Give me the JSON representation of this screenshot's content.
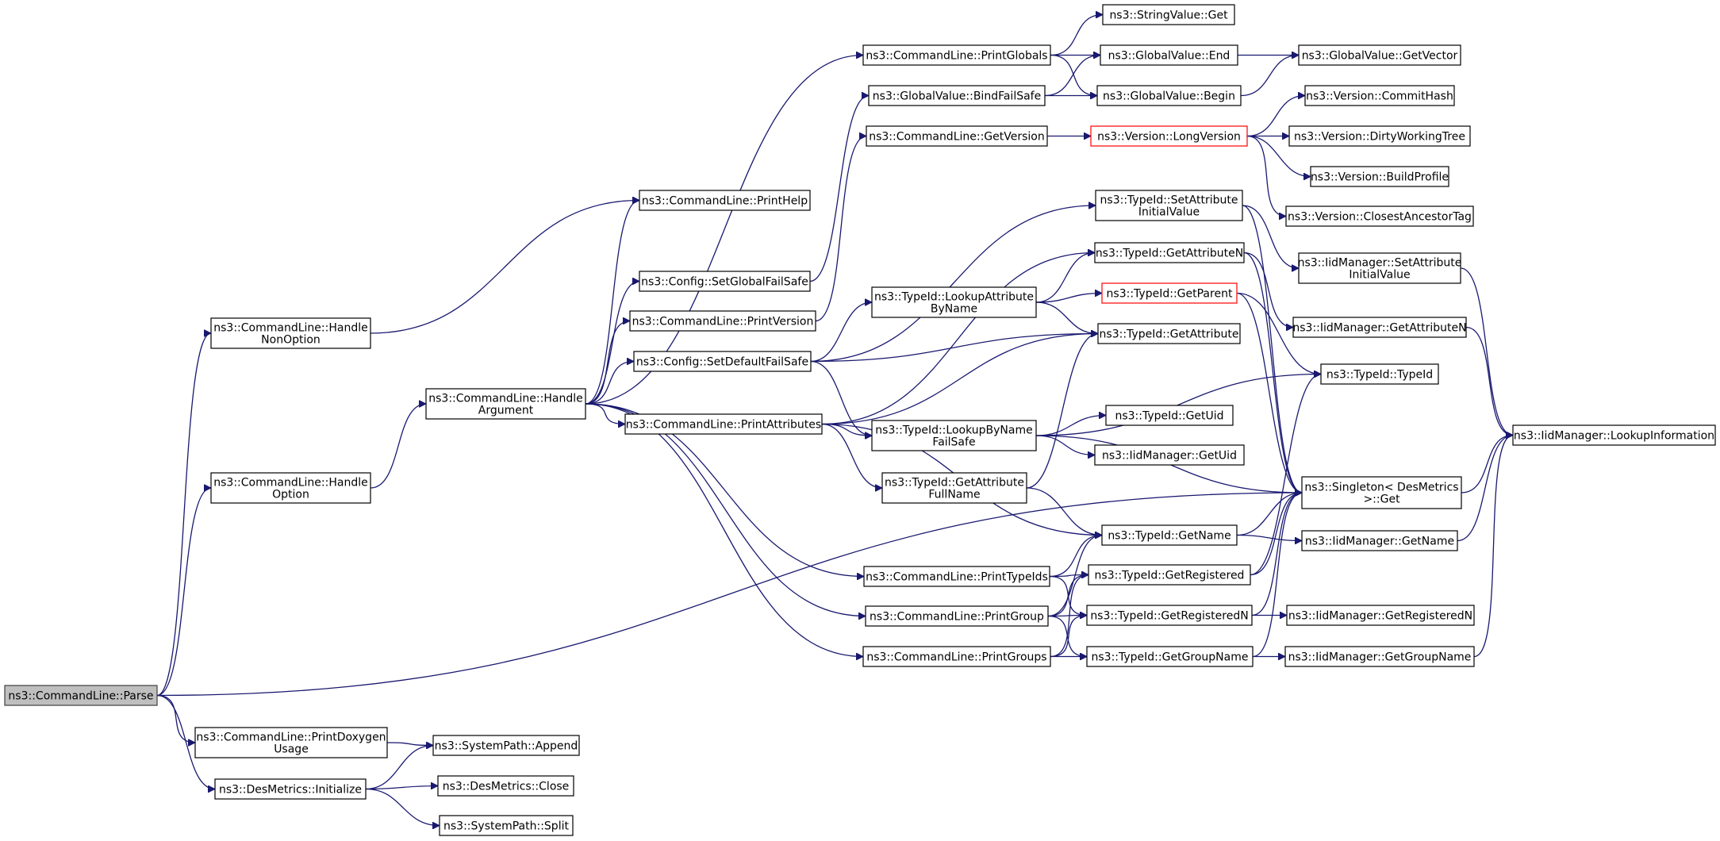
{
  "colors": {
    "edge": "#191970",
    "root_fill": "#bfbfbf",
    "highlight_border": "#ff0000",
    "node_border": "#000000"
  },
  "nodes": [
    {
      "id": "parse",
      "lines": [
        "ns3::CommandLine::Parse"
      ],
      "style": "root"
    },
    {
      "id": "handle_nonoption",
      "lines": [
        "ns3::CommandLine::Handle",
        "NonOption"
      ]
    },
    {
      "id": "handle_option",
      "lines": [
        "ns3::CommandLine::Handle",
        "Option"
      ]
    },
    {
      "id": "handle_argument",
      "lines": [
        "ns3::CommandLine::Handle",
        "Argument"
      ]
    },
    {
      "id": "print_doxygen_usage",
      "lines": [
        "ns3::CommandLine::PrintDoxygen",
        "Usage"
      ]
    },
    {
      "id": "desmetrics_initialize",
      "lines": [
        "ns3::DesMetrics::Initialize"
      ]
    },
    {
      "id": "systempath_append",
      "lines": [
        "ns3::SystemPath::Append"
      ]
    },
    {
      "id": "desmetrics_close",
      "lines": [
        "ns3::DesMetrics::Close"
      ]
    },
    {
      "id": "systempath_split",
      "lines": [
        "ns3::SystemPath::Split"
      ]
    },
    {
      "id": "print_help",
      "lines": [
        "ns3::CommandLine::PrintHelp"
      ]
    },
    {
      "id": "config_setglobalfailsafe",
      "lines": [
        "ns3::Config::SetGlobalFailSafe"
      ]
    },
    {
      "id": "print_version",
      "lines": [
        "ns3::CommandLine::PrintVersion"
      ]
    },
    {
      "id": "config_setdefaultfailsafe",
      "lines": [
        "ns3::Config::SetDefaultFailSafe"
      ]
    },
    {
      "id": "print_attributes",
      "lines": [
        "ns3::CommandLine::PrintAttributes"
      ]
    },
    {
      "id": "print_typeids",
      "lines": [
        "ns3::CommandLine::PrintTypeIds"
      ]
    },
    {
      "id": "print_group",
      "lines": [
        "ns3::CommandLine::PrintGroup"
      ]
    },
    {
      "id": "print_groups",
      "lines": [
        "ns3::CommandLine::PrintGroups"
      ]
    },
    {
      "id": "print_globals",
      "lines": [
        "ns3::CommandLine::PrintGlobals"
      ]
    },
    {
      "id": "globalvalue_bindfailsafe",
      "lines": [
        "ns3::GlobalValue::BindFailSafe"
      ]
    },
    {
      "id": "get_version",
      "lines": [
        "ns3::CommandLine::GetVersion"
      ]
    },
    {
      "id": "typeid_lookupattributebyname",
      "lines": [
        "ns3::TypeId::LookupAttribute",
        "ByName"
      ]
    },
    {
      "id": "typeid_lookupbynamefailsafe",
      "lines": [
        "ns3::TypeId::LookupByName",
        "FailSafe"
      ]
    },
    {
      "id": "typeid_getattributefullname",
      "lines": [
        "ns3::TypeId::GetAttribute",
        "FullName"
      ]
    },
    {
      "id": "stringvalue_get",
      "lines": [
        "ns3::StringValue::Get"
      ]
    },
    {
      "id": "globalvalue_end",
      "lines": [
        "ns3::GlobalValue::End"
      ]
    },
    {
      "id": "globalvalue_begin",
      "lines": [
        "ns3::GlobalValue::Begin"
      ]
    },
    {
      "id": "version_longversion",
      "lines": [
        "ns3::Version::LongVersion"
      ],
      "style": "red"
    },
    {
      "id": "typeid_setattributeinitialvalue",
      "lines": [
        "ns3::TypeId::SetAttribute",
        "InitialValue"
      ]
    },
    {
      "id": "typeid_getattributen",
      "lines": [
        "ns3::TypeId::GetAttributeN"
      ]
    },
    {
      "id": "typeid_getparent",
      "lines": [
        "ns3::TypeId::GetParent"
      ],
      "style": "red"
    },
    {
      "id": "typeid_getattribute",
      "lines": [
        "ns3::TypeId::GetAttribute"
      ]
    },
    {
      "id": "typeid_getuid",
      "lines": [
        "ns3::TypeId::GetUid"
      ]
    },
    {
      "id": "iidmanager_getuid",
      "lines": [
        "ns3::IidManager::GetUid"
      ]
    },
    {
      "id": "typeid_getname",
      "lines": [
        "ns3::TypeId::GetName"
      ]
    },
    {
      "id": "typeid_getregistered",
      "lines": [
        "ns3::TypeId::GetRegistered"
      ]
    },
    {
      "id": "typeid_getregisteredn",
      "lines": [
        "ns3::TypeId::GetRegisteredN"
      ]
    },
    {
      "id": "typeid_getgroupname",
      "lines": [
        "ns3::TypeId::GetGroupName"
      ]
    },
    {
      "id": "globalvalue_getvector",
      "lines": [
        "ns3::GlobalValue::GetVector"
      ]
    },
    {
      "id": "version_commithash",
      "lines": [
        "ns3::Version::CommitHash"
      ]
    },
    {
      "id": "version_dirtyworkingtree",
      "lines": [
        "ns3::Version::DirtyWorkingTree"
      ]
    },
    {
      "id": "version_buildprofile",
      "lines": [
        "ns3::Version::BuildProfile"
      ]
    },
    {
      "id": "version_closestancestortag",
      "lines": [
        "ns3::Version::ClosestAncestorTag"
      ]
    },
    {
      "id": "iidmanager_setattributeinitialvalue",
      "lines": [
        "ns3::IidManager::SetAttribute",
        "InitialValue"
      ]
    },
    {
      "id": "iidmanager_getattributen",
      "lines": [
        "ns3::IidManager::GetAttributeN"
      ]
    },
    {
      "id": "typeid_typeid",
      "lines": [
        "ns3::TypeId::TypeId"
      ]
    },
    {
      "id": "singleton_get",
      "lines": [
        "ns3::Singleton< DesMetrics",
        " >::Get"
      ]
    },
    {
      "id": "iidmanager_getname",
      "lines": [
        "ns3::IidManager::GetName"
      ]
    },
    {
      "id": "iidmanager_getregisteredn",
      "lines": [
        "ns3::IidManager::GetRegisteredN"
      ]
    },
    {
      "id": "iidmanager_getgroupname",
      "lines": [
        "ns3::IidManager::GetGroupName"
      ]
    },
    {
      "id": "iidmanager_lookupinformation",
      "lines": [
        "ns3::IidManager::LookupInformation"
      ]
    }
  ],
  "edges": [
    [
      "parse",
      "handle_nonoption"
    ],
    [
      "parse",
      "handle_option"
    ],
    [
      "parse",
      "print_doxygen_usage"
    ],
    [
      "parse",
      "desmetrics_initialize"
    ],
    [
      "parse",
      "singleton_get"
    ],
    [
      "handle_nonoption",
      "print_help"
    ],
    [
      "handle_option",
      "handle_argument"
    ],
    [
      "handle_argument",
      "print_help"
    ],
    [
      "handle_argument",
      "config_setglobalfailsafe"
    ],
    [
      "handle_argument",
      "print_version"
    ],
    [
      "handle_argument",
      "config_setdefaultfailsafe"
    ],
    [
      "handle_argument",
      "print_attributes"
    ],
    [
      "handle_argument",
      "print_typeids"
    ],
    [
      "handle_argument",
      "print_group"
    ],
    [
      "handle_argument",
      "print_groups"
    ],
    [
      "handle_argument",
      "print_globals"
    ],
    [
      "print_doxygen_usage",
      "systempath_append"
    ],
    [
      "desmetrics_initialize",
      "systempath_append"
    ],
    [
      "desmetrics_initialize",
      "desmetrics_close"
    ],
    [
      "desmetrics_initialize",
      "systempath_split"
    ],
    [
      "config_setglobalfailsafe",
      "globalvalue_bindfailsafe"
    ],
    [
      "print_version",
      "get_version"
    ],
    [
      "config_setdefaultfailsafe",
      "typeid_lookupattributebyname"
    ],
    [
      "config_setdefaultfailsafe",
      "typeid_setattributeinitialvalue"
    ],
    [
      "config_setdefaultfailsafe",
      "typeid_getattribute"
    ],
    [
      "config_setdefaultfailsafe",
      "typeid_lookupbynamefailsafe"
    ],
    [
      "print_attributes",
      "typeid_getattributen"
    ],
    [
      "print_attributes",
      "typeid_getattribute"
    ],
    [
      "print_attributes",
      "typeid_lookupbynamefailsafe"
    ],
    [
      "print_attributes",
      "typeid_getattributefullname"
    ],
    [
      "print_attributes",
      "typeid_getname"
    ],
    [
      "print_typeids",
      "typeid_getname"
    ],
    [
      "print_typeids",
      "typeid_getregistered"
    ],
    [
      "print_typeids",
      "typeid_getregisteredn"
    ],
    [
      "print_group",
      "typeid_getname"
    ],
    [
      "print_group",
      "typeid_getregistered"
    ],
    [
      "print_group",
      "typeid_getregisteredn"
    ],
    [
      "print_group",
      "typeid_getgroupname"
    ],
    [
      "print_groups",
      "typeid_getregistered"
    ],
    [
      "print_groups",
      "typeid_getregisteredn"
    ],
    [
      "print_groups",
      "typeid_getgroupname"
    ],
    [
      "print_globals",
      "stringvalue_get"
    ],
    [
      "print_globals",
      "globalvalue_end"
    ],
    [
      "print_globals",
      "globalvalue_begin"
    ],
    [
      "globalvalue_bindfailsafe",
      "globalvalue_end"
    ],
    [
      "globalvalue_bindfailsafe",
      "globalvalue_begin"
    ],
    [
      "get_version",
      "version_longversion"
    ],
    [
      "typeid_lookupattributebyname",
      "typeid_getattributen"
    ],
    [
      "typeid_lookupattributebyname",
      "typeid_getparent"
    ],
    [
      "typeid_lookupattributebyname",
      "typeid_getattribute"
    ],
    [
      "typeid_lookupbynamefailsafe",
      "typeid_typeid"
    ],
    [
      "typeid_lookupbynamefailsafe",
      "typeid_getuid"
    ],
    [
      "typeid_lookupbynamefailsafe",
      "iidmanager_getuid"
    ],
    [
      "typeid_lookupbynamefailsafe",
      "singleton_get"
    ],
    [
      "typeid_getattributefullname",
      "typeid_getattribute"
    ],
    [
      "typeid_getattributefullname",
      "typeid_getname"
    ],
    [
      "globalvalue_end",
      "globalvalue_getvector"
    ],
    [
      "globalvalue_begin",
      "globalvalue_getvector"
    ],
    [
      "version_longversion",
      "version_commithash"
    ],
    [
      "version_longversion",
      "version_dirtyworkingtree"
    ],
    [
      "version_longversion",
      "version_buildprofile"
    ],
    [
      "version_longversion",
      "version_closestancestortag"
    ],
    [
      "typeid_setattributeinitialvalue",
      "iidmanager_setattributeinitialvalue"
    ],
    [
      "typeid_setattributeinitialvalue",
      "singleton_get"
    ],
    [
      "typeid_getattributen",
      "iidmanager_getattributen"
    ],
    [
      "typeid_getattributen",
      "singleton_get"
    ],
    [
      "typeid_getparent",
      "typeid_typeid"
    ],
    [
      "typeid_getparent",
      "singleton_get"
    ],
    [
      "typeid_getname",
      "singleton_get"
    ],
    [
      "typeid_getname",
      "iidmanager_getname"
    ],
    [
      "typeid_getregistered",
      "typeid_typeid"
    ],
    [
      "typeid_getregistered",
      "singleton_get"
    ],
    [
      "typeid_getregisteredn",
      "singleton_get"
    ],
    [
      "typeid_getregisteredn",
      "iidmanager_getregisteredn"
    ],
    [
      "typeid_getgroupname",
      "singleton_get"
    ],
    [
      "typeid_getgroupname",
      "iidmanager_getgroupname"
    ],
    [
      "iidmanager_setattributeinitialvalue",
      "iidmanager_lookupinformation"
    ],
    [
      "iidmanager_getattributen",
      "iidmanager_lookupinformation"
    ],
    [
      "singleton_get",
      "iidmanager_lookupinformation"
    ],
    [
      "iidmanager_getname",
      "iidmanager_lookupinformation"
    ],
    [
      "iidmanager_getgroupname",
      "iidmanager_lookupinformation"
    ]
  ]
}
